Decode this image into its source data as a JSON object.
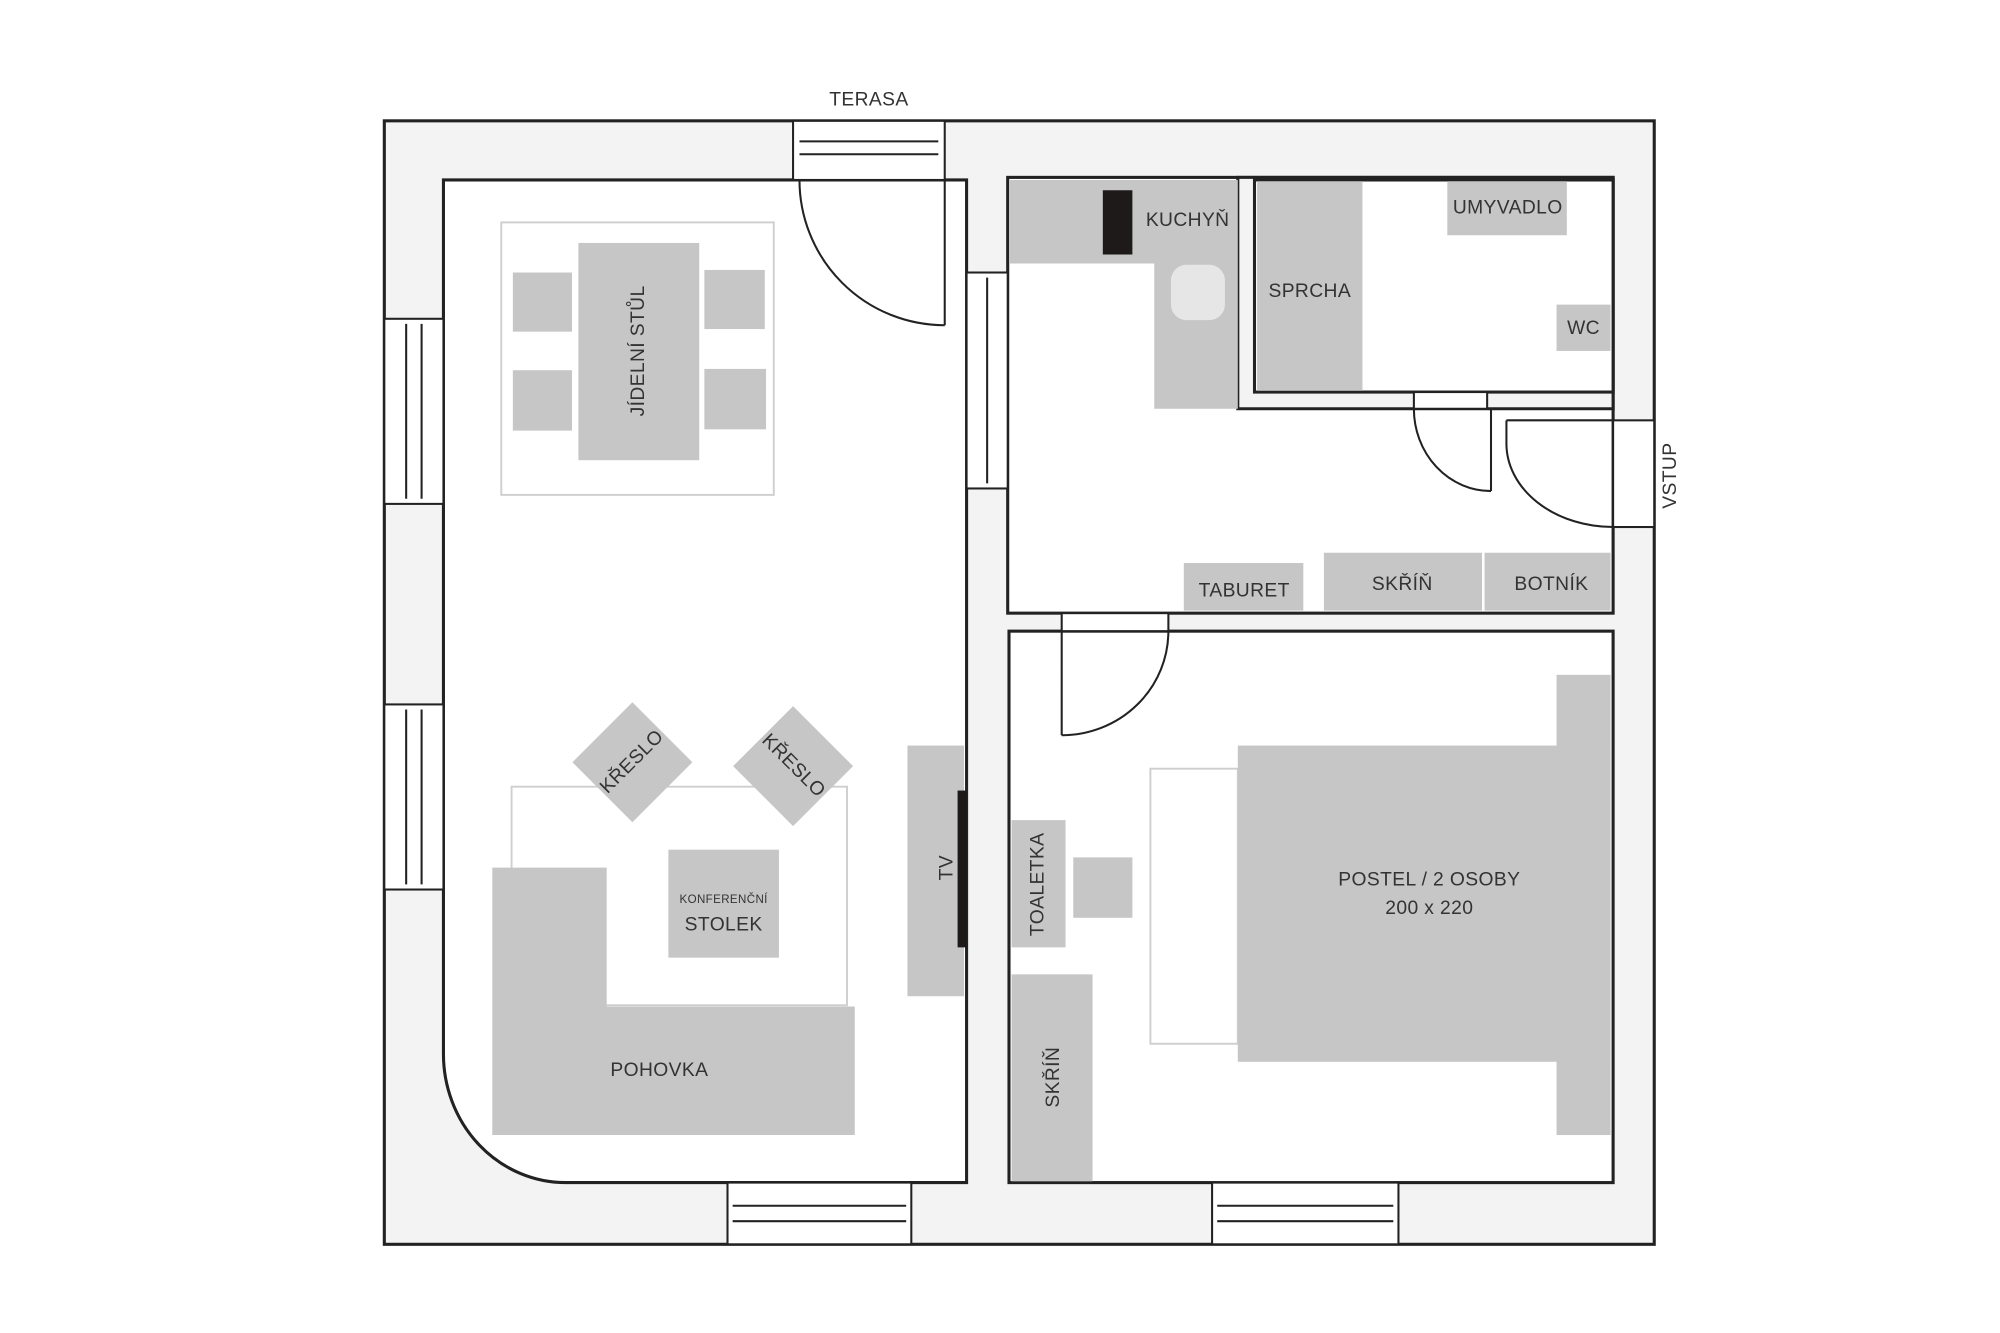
{
  "plan": {
    "exterior": {
      "terrace": "TERASA",
      "entrance": "VSTUP"
    },
    "living_room": {
      "dining_table": "JÍDELNÍ STŮL",
      "armchair_left": "KŘESLO",
      "armchair_right": "KŘESLO",
      "coffee_table_line1": "KONFERENČNÍ",
      "coffee_table_line2": "STOLEK",
      "sofa": "POHOVKA",
      "tv": "TV"
    },
    "kitchen": {
      "label": "KUCHYŇ"
    },
    "bathroom": {
      "shower": "SPRCHA",
      "washbasin": "UMYVADLO",
      "wc": "WC"
    },
    "hall": {
      "stool": "TABURET",
      "wardrobe": "SKŘÍŇ",
      "shoe_cabinet": "BOTNÍK"
    },
    "bedroom": {
      "dressing_table": "TOALETKA",
      "wardrobe": "SKŘÍŇ",
      "bed_line1": "POSTEL / 2 OSOBY",
      "bed_line2": "200 x 220"
    },
    "colors": {
      "walls": "#f3f3f3",
      "furniture": "#c6c6c6",
      "outline": "#222222",
      "fridge": "#1e1a1a"
    }
  }
}
